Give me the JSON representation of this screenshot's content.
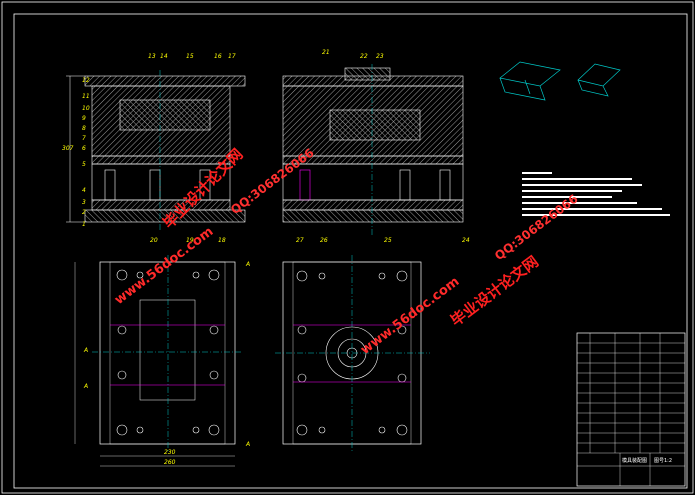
{
  "drawing": {
    "callouts_left_view": [
      "12",
      "11",
      "10",
      "9",
      "8",
      "7",
      "6",
      "5",
      "4",
      "3",
      "2",
      "1"
    ],
    "callouts_top_left": [
      "13",
      "14",
      "15",
      "16",
      "17"
    ],
    "callouts_bottom_left": [
      "20",
      "19",
      "18"
    ],
    "callouts_top_right": [
      "21",
      "22",
      "23"
    ],
    "callouts_bottom_right": [
      "27",
      "26",
      "25",
      "24"
    ],
    "section_marks": [
      "A",
      "A",
      "A",
      "A"
    ],
    "dim_height": "307",
    "dim_width": "230",
    "dim_width_outer": "260",
    "title_block_main": "模具装配图",
    "title_block_code": "图号1:2"
  },
  "watermarks": {
    "site": "www.56doc.com",
    "title": "毕业设计论文网",
    "qq": "QQ:306826066"
  },
  "colors": {
    "background": "#000000",
    "lines": "#ffffff",
    "labels": "#ffff00",
    "watermark": "#ff2020",
    "accent": "#00c8c8"
  }
}
